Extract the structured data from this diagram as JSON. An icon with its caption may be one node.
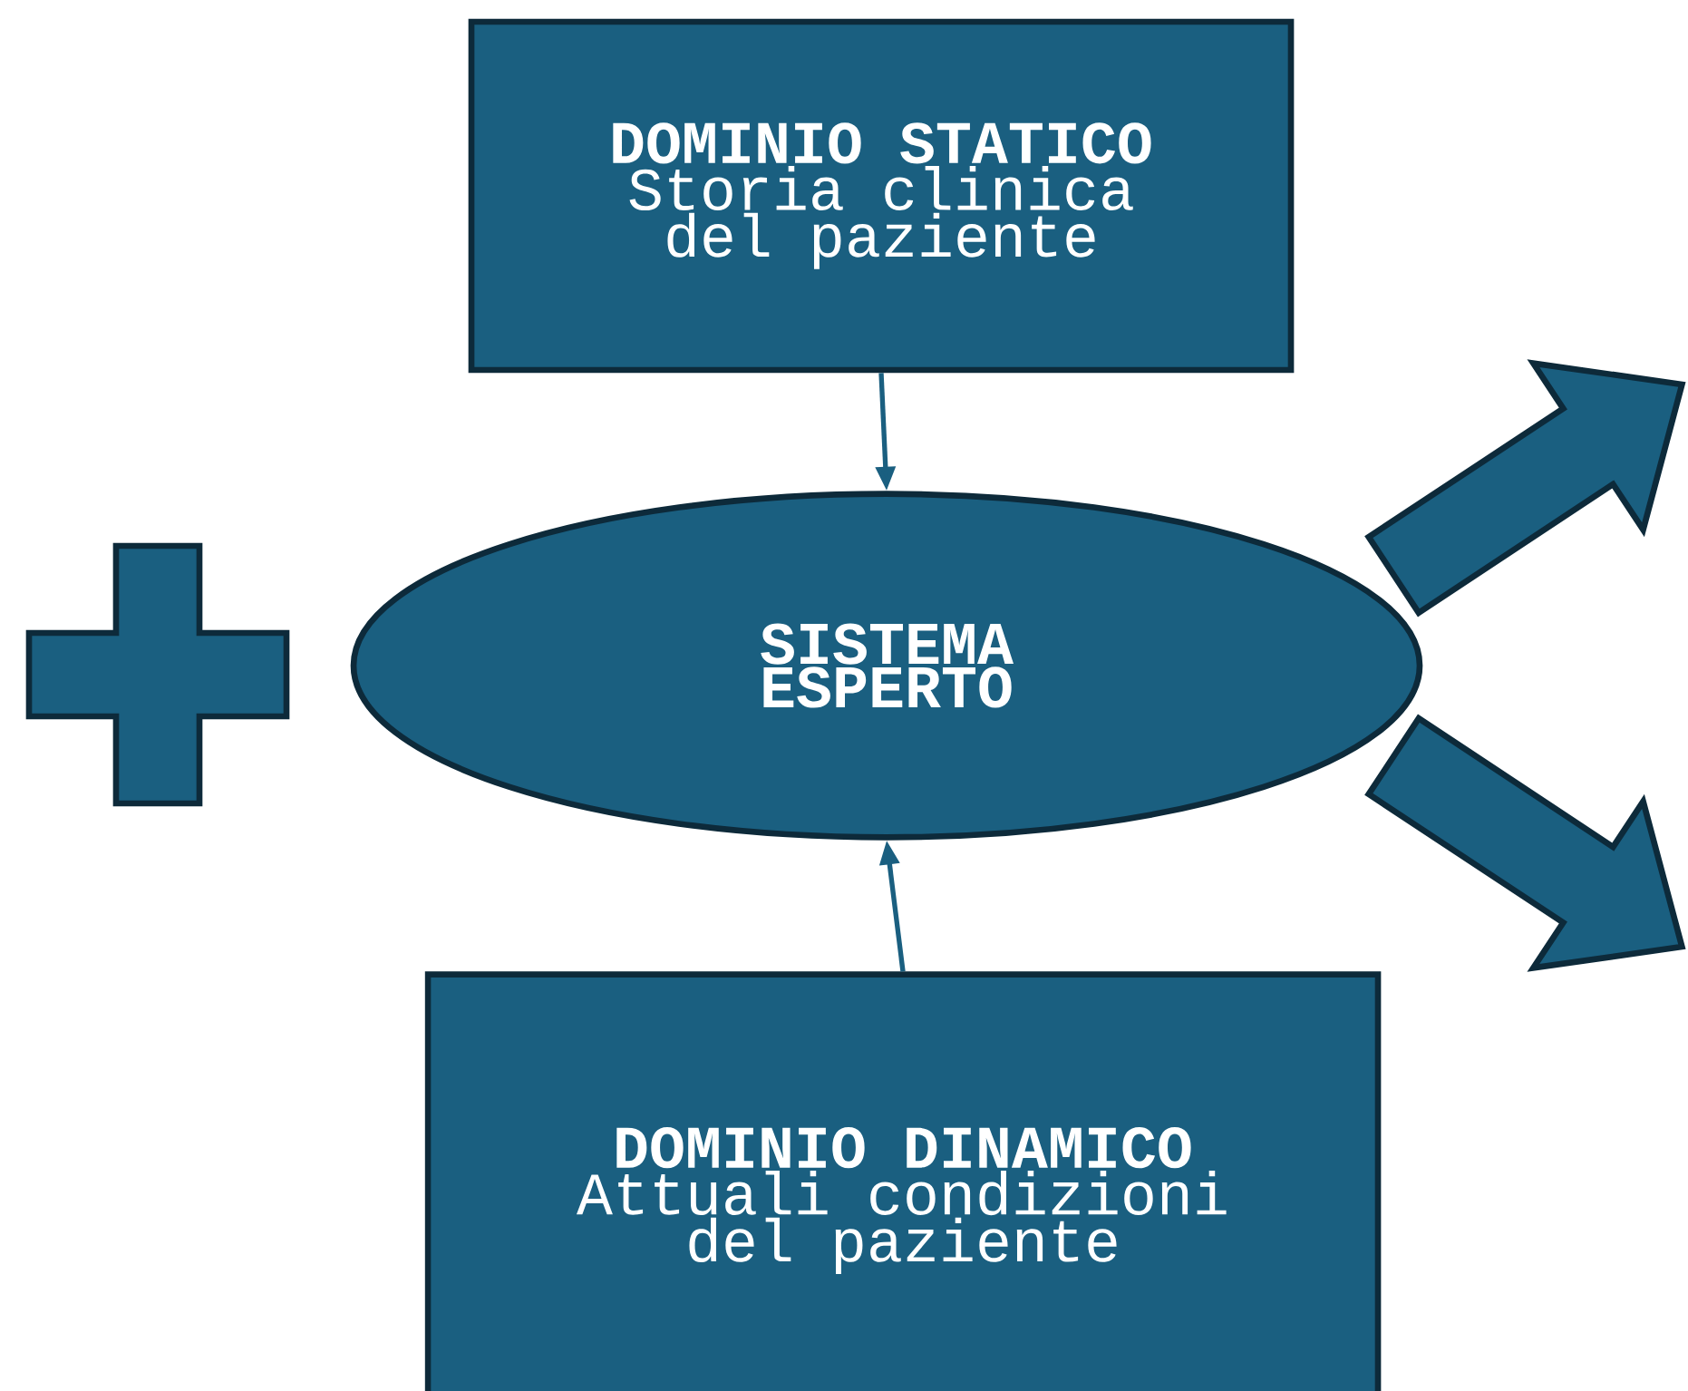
{
  "diagram": {
    "nodes": [
      {
        "text": [
          "DOMINIO STATICO",
          "Storia clinica del paziente"
        ]
      },
      {
        "text": [
          "SISTEMA ESPERTO"
        ]
      },
      {
        "text": [
          "DOMINIO DINAMICO",
          "Attuali condizioni del paziente"
        ]
      }
    ],
    "edges": [
      {
        "from": 0,
        "to": 1,
        "arrow": "to"
      },
      {
        "from": 2,
        "to": 1,
        "arrow": "to"
      },
      {
        "from": 1,
        "to": null,
        "arrow": "to",
        "style": "thick"
      },
      {
        "from": 1,
        "to": null,
        "arrow": "to",
        "style": "thick"
      }
    ]
  }
}
